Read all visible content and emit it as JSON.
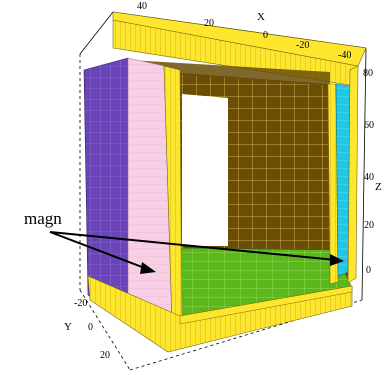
{
  "figure": {
    "axes": {
      "x": {
        "label": "X",
        "ticks": [
          "40",
          "20",
          "0",
          "-20",
          "-40"
        ]
      },
      "y": {
        "label": "Y",
        "ticks": [
          "-20",
          "0",
          "20"
        ]
      },
      "z": {
        "label": "Z",
        "ticks": [
          "80",
          "60",
          "40",
          "20",
          "0"
        ]
      }
    },
    "annotation": {
      "label": "magn"
    },
    "colors": {
      "frame": "#ffe62e",
      "frame_grid": "#a08a10",
      "left_magnet": "#6a44b8",
      "left_inner_face": "#f6cfe4",
      "right_magnet": "#1ec8e6",
      "back_wall": "#6a4e08",
      "back_grid": "#e8c860",
      "floor": "#5ab81e",
      "floor_grid": "#a8e060"
    }
  }
}
